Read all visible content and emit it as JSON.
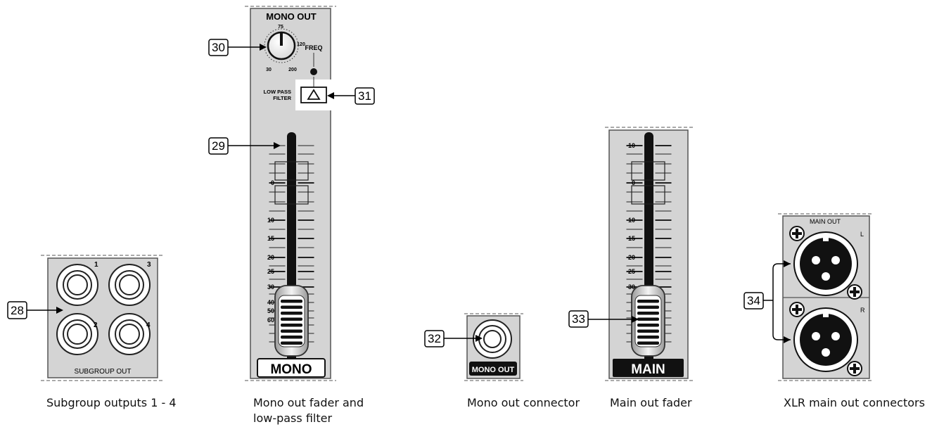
{
  "panels": {
    "subgroup": {
      "callout": "28",
      "jack_numbers": [
        "1",
        "2",
        "3",
        "4"
      ],
      "label": "SUBGROUP OUT",
      "caption": "Subgroup outputs 1 - 4"
    },
    "mono": {
      "header": "MONO OUT",
      "knob_ticks": [
        "75",
        "30",
        "120",
        "200"
      ],
      "freq_label": "FREQ",
      "filter_label_1": "LOW PASS",
      "filter_label_2": "FILTER",
      "scale": [
        "0",
        "10",
        "15",
        "20",
        "25",
        "30",
        "40",
        "50",
        "60"
      ],
      "badge": "MONO",
      "callout_knob": "30",
      "callout_fader": "29",
      "callout_button": "31",
      "caption_1": "Mono out fader and",
      "caption_2": "low-pass filter"
    },
    "mono_connector": {
      "callout": "32",
      "label": "MONO OUT",
      "caption": "Mono out connector"
    },
    "main": {
      "scale": [
        "10",
        "0",
        "10",
        "15",
        "20",
        "25",
        "30"
      ],
      "badge": "MAIN",
      "callout": "33",
      "caption": "Main out fader"
    },
    "xlr": {
      "header": "MAIN OUT",
      "left": "L",
      "right": "R",
      "callout": "34",
      "caption": "XLR main out connectors"
    }
  }
}
